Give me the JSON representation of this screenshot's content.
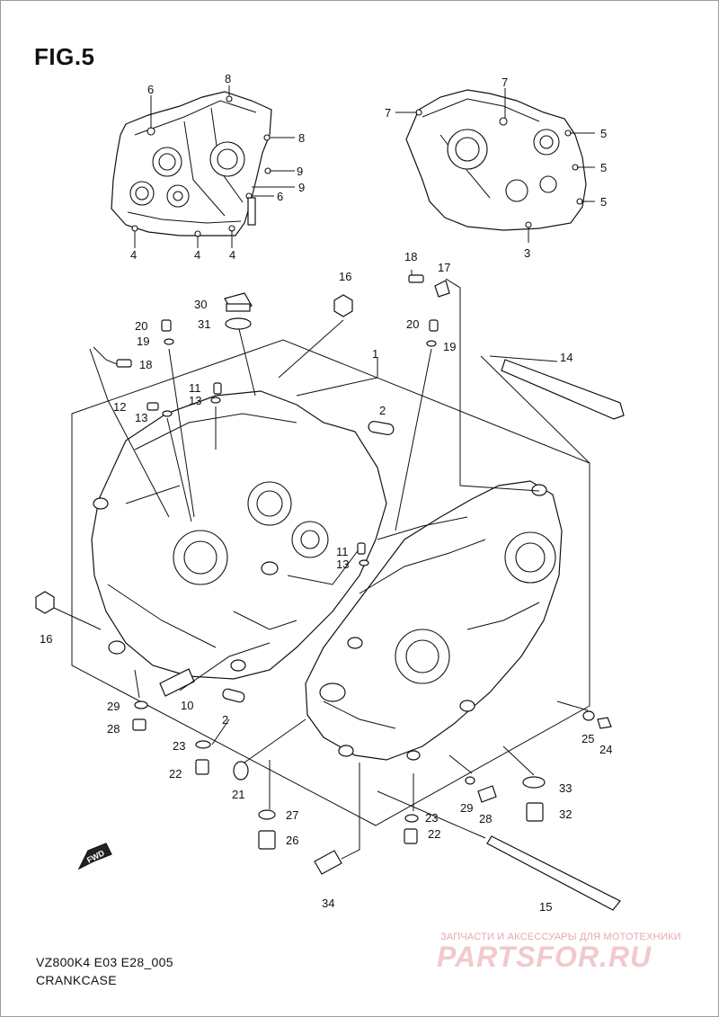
{
  "figure": {
    "title": "FIG.5",
    "model_code": "VZ800K4 E03 E28_005",
    "caption": "CRANKCASE",
    "fwd_label": "FWD"
  },
  "watermark": {
    "subtitle": "ЗАПЧАСТИ И АКСЕССУАРЫ ДЛЯ МОТОТЕХНИКИ",
    "logo": "PARTSFOR.RU",
    "color": "#e8a0a6"
  },
  "callouts": [
    {
      "id": "c6a",
      "label": "6"
    },
    {
      "id": "c8a",
      "label": "8"
    },
    {
      "id": "c8b",
      "label": "8"
    },
    {
      "id": "c9a",
      "label": "9"
    },
    {
      "id": "c9b",
      "label": "9"
    },
    {
      "id": "c6b",
      "label": "6"
    },
    {
      "id": "c4a",
      "label": "4"
    },
    {
      "id": "c4b",
      "label": "4"
    },
    {
      "id": "c4c",
      "label": "4"
    },
    {
      "id": "c7a",
      "label": "7"
    },
    {
      "id": "c7b",
      "label": "7"
    },
    {
      "id": "c5a",
      "label": "5"
    },
    {
      "id": "c5b",
      "label": "5"
    },
    {
      "id": "c5c",
      "label": "5"
    },
    {
      "id": "c3",
      "label": "3"
    },
    {
      "id": "c18a",
      "label": "18"
    },
    {
      "id": "c17",
      "label": "17"
    },
    {
      "id": "c16a",
      "label": "16"
    },
    {
      "id": "c30",
      "label": "30"
    },
    {
      "id": "c31",
      "label": "31"
    },
    {
      "id": "c20a",
      "label": "20"
    },
    {
      "id": "c19a",
      "label": "19"
    },
    {
      "id": "c18b",
      "label": "18"
    },
    {
      "id": "c20b",
      "label": "20"
    },
    {
      "id": "c19b",
      "label": "19"
    },
    {
      "id": "c1",
      "label": "1"
    },
    {
      "id": "c14",
      "label": "14"
    },
    {
      "id": "c11a",
      "label": "11"
    },
    {
      "id": "c13a",
      "label": "13"
    },
    {
      "id": "c12",
      "label": "12"
    },
    {
      "id": "c13b",
      "label": "13"
    },
    {
      "id": "c2a",
      "label": "2"
    },
    {
      "id": "c11b",
      "label": "11"
    },
    {
      "id": "c13c",
      "label": "13"
    },
    {
      "id": "c16b",
      "label": "16"
    },
    {
      "id": "c10",
      "label": "10"
    },
    {
      "id": "c29a",
      "label": "29"
    },
    {
      "id": "c28a",
      "label": "28"
    },
    {
      "id": "c2b",
      "label": "2"
    },
    {
      "id": "c23a",
      "label": "23"
    },
    {
      "id": "c22a",
      "label": "22"
    },
    {
      "id": "c21",
      "label": "21"
    },
    {
      "id": "c27",
      "label": "27"
    },
    {
      "id": "c26",
      "label": "26"
    },
    {
      "id": "c34",
      "label": "34"
    },
    {
      "id": "c25",
      "label": "25"
    },
    {
      "id": "c24",
      "label": "24"
    },
    {
      "id": "c33",
      "label": "33"
    },
    {
      "id": "c32",
      "label": "32"
    },
    {
      "id": "c29b",
      "label": "29"
    },
    {
      "id": "c28b",
      "label": "28"
    },
    {
      "id": "c23b",
      "label": "23"
    },
    {
      "id": "c22b",
      "label": "22"
    },
    {
      "id": "c15",
      "label": "15"
    }
  ]
}
